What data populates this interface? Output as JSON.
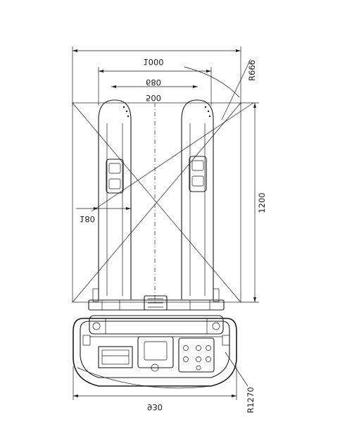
{
  "dimensions": {
    "overall_width": "1000",
    "fork_outer": "680",
    "fork_inner": "500",
    "fork_width": "180",
    "platform_length": "1200",
    "radius_top": "R666",
    "chassis_width": "930",
    "radius_bottom": "R1270"
  }
}
